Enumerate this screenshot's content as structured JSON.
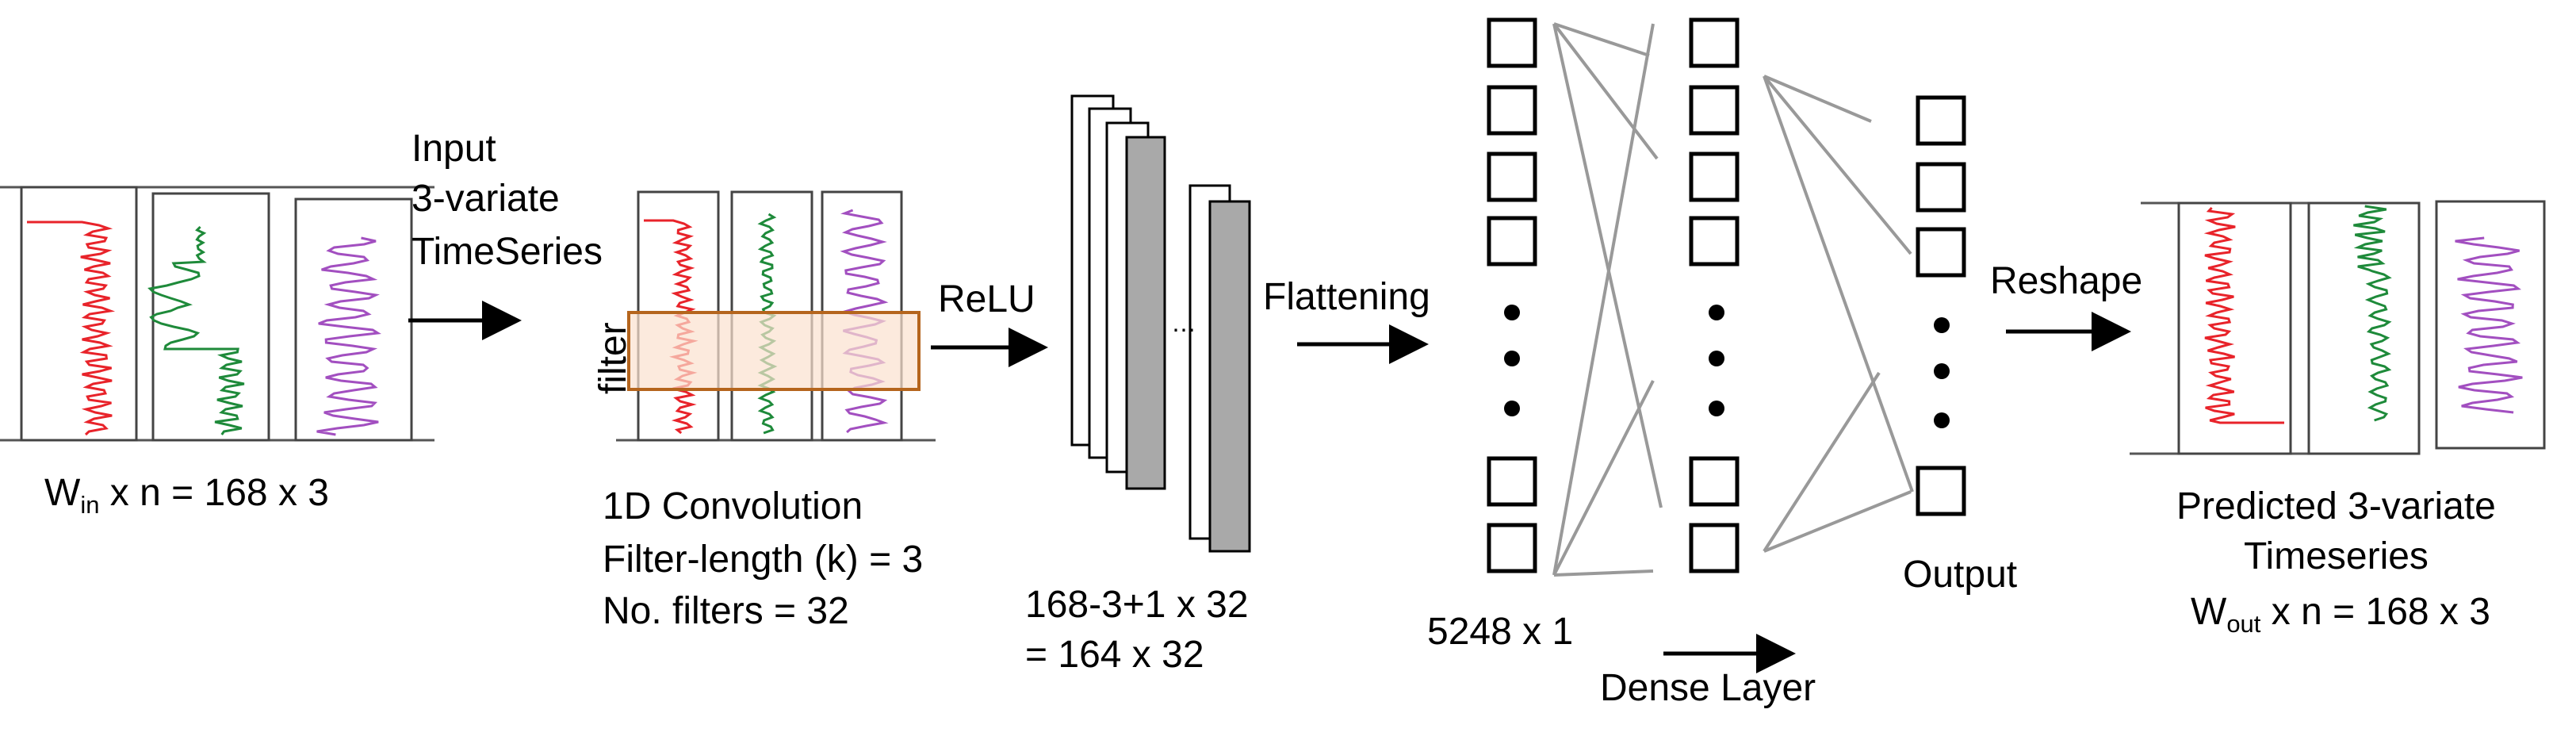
{
  "colors": {
    "red_series": "#e8232a",
    "green_series": "#1e8a3a",
    "purple_series": "#a24fc0",
    "filter_border": "#b5651d",
    "filter_fill": "#fbe1cf",
    "feature_map_gray": "#a9a9a9",
    "connection_gray": "#999999"
  },
  "input": {
    "caption_line1": "Input",
    "caption_line2": "3-variate",
    "caption_line3": "TimeSeries",
    "shape_W": "W",
    "shape_sub": "in",
    "shape_rest": " x n = 168 x 3"
  },
  "conv": {
    "filter_label": "filter",
    "line1": "1D Convolution",
    "line2": "Filter-length (k) = 3",
    "line3": "No. filters = 32"
  },
  "relu": {
    "label": "ReLU"
  },
  "feature_maps": {
    "line1": "168-3+1 x 32",
    "line2": "= 164 x 32"
  },
  "flatten": {
    "label": "Flattening",
    "size": "5248 x 1"
  },
  "dense": {
    "label": "Dense Layer"
  },
  "output": {
    "label": "Output"
  },
  "reshape": {
    "label": "Reshape"
  },
  "prediction": {
    "line1": "Predicted 3-variate",
    "line2": "Timeseries",
    "shape_W": "W",
    "shape_sub": "out",
    "shape_rest": " x n = 168 x 3"
  }
}
